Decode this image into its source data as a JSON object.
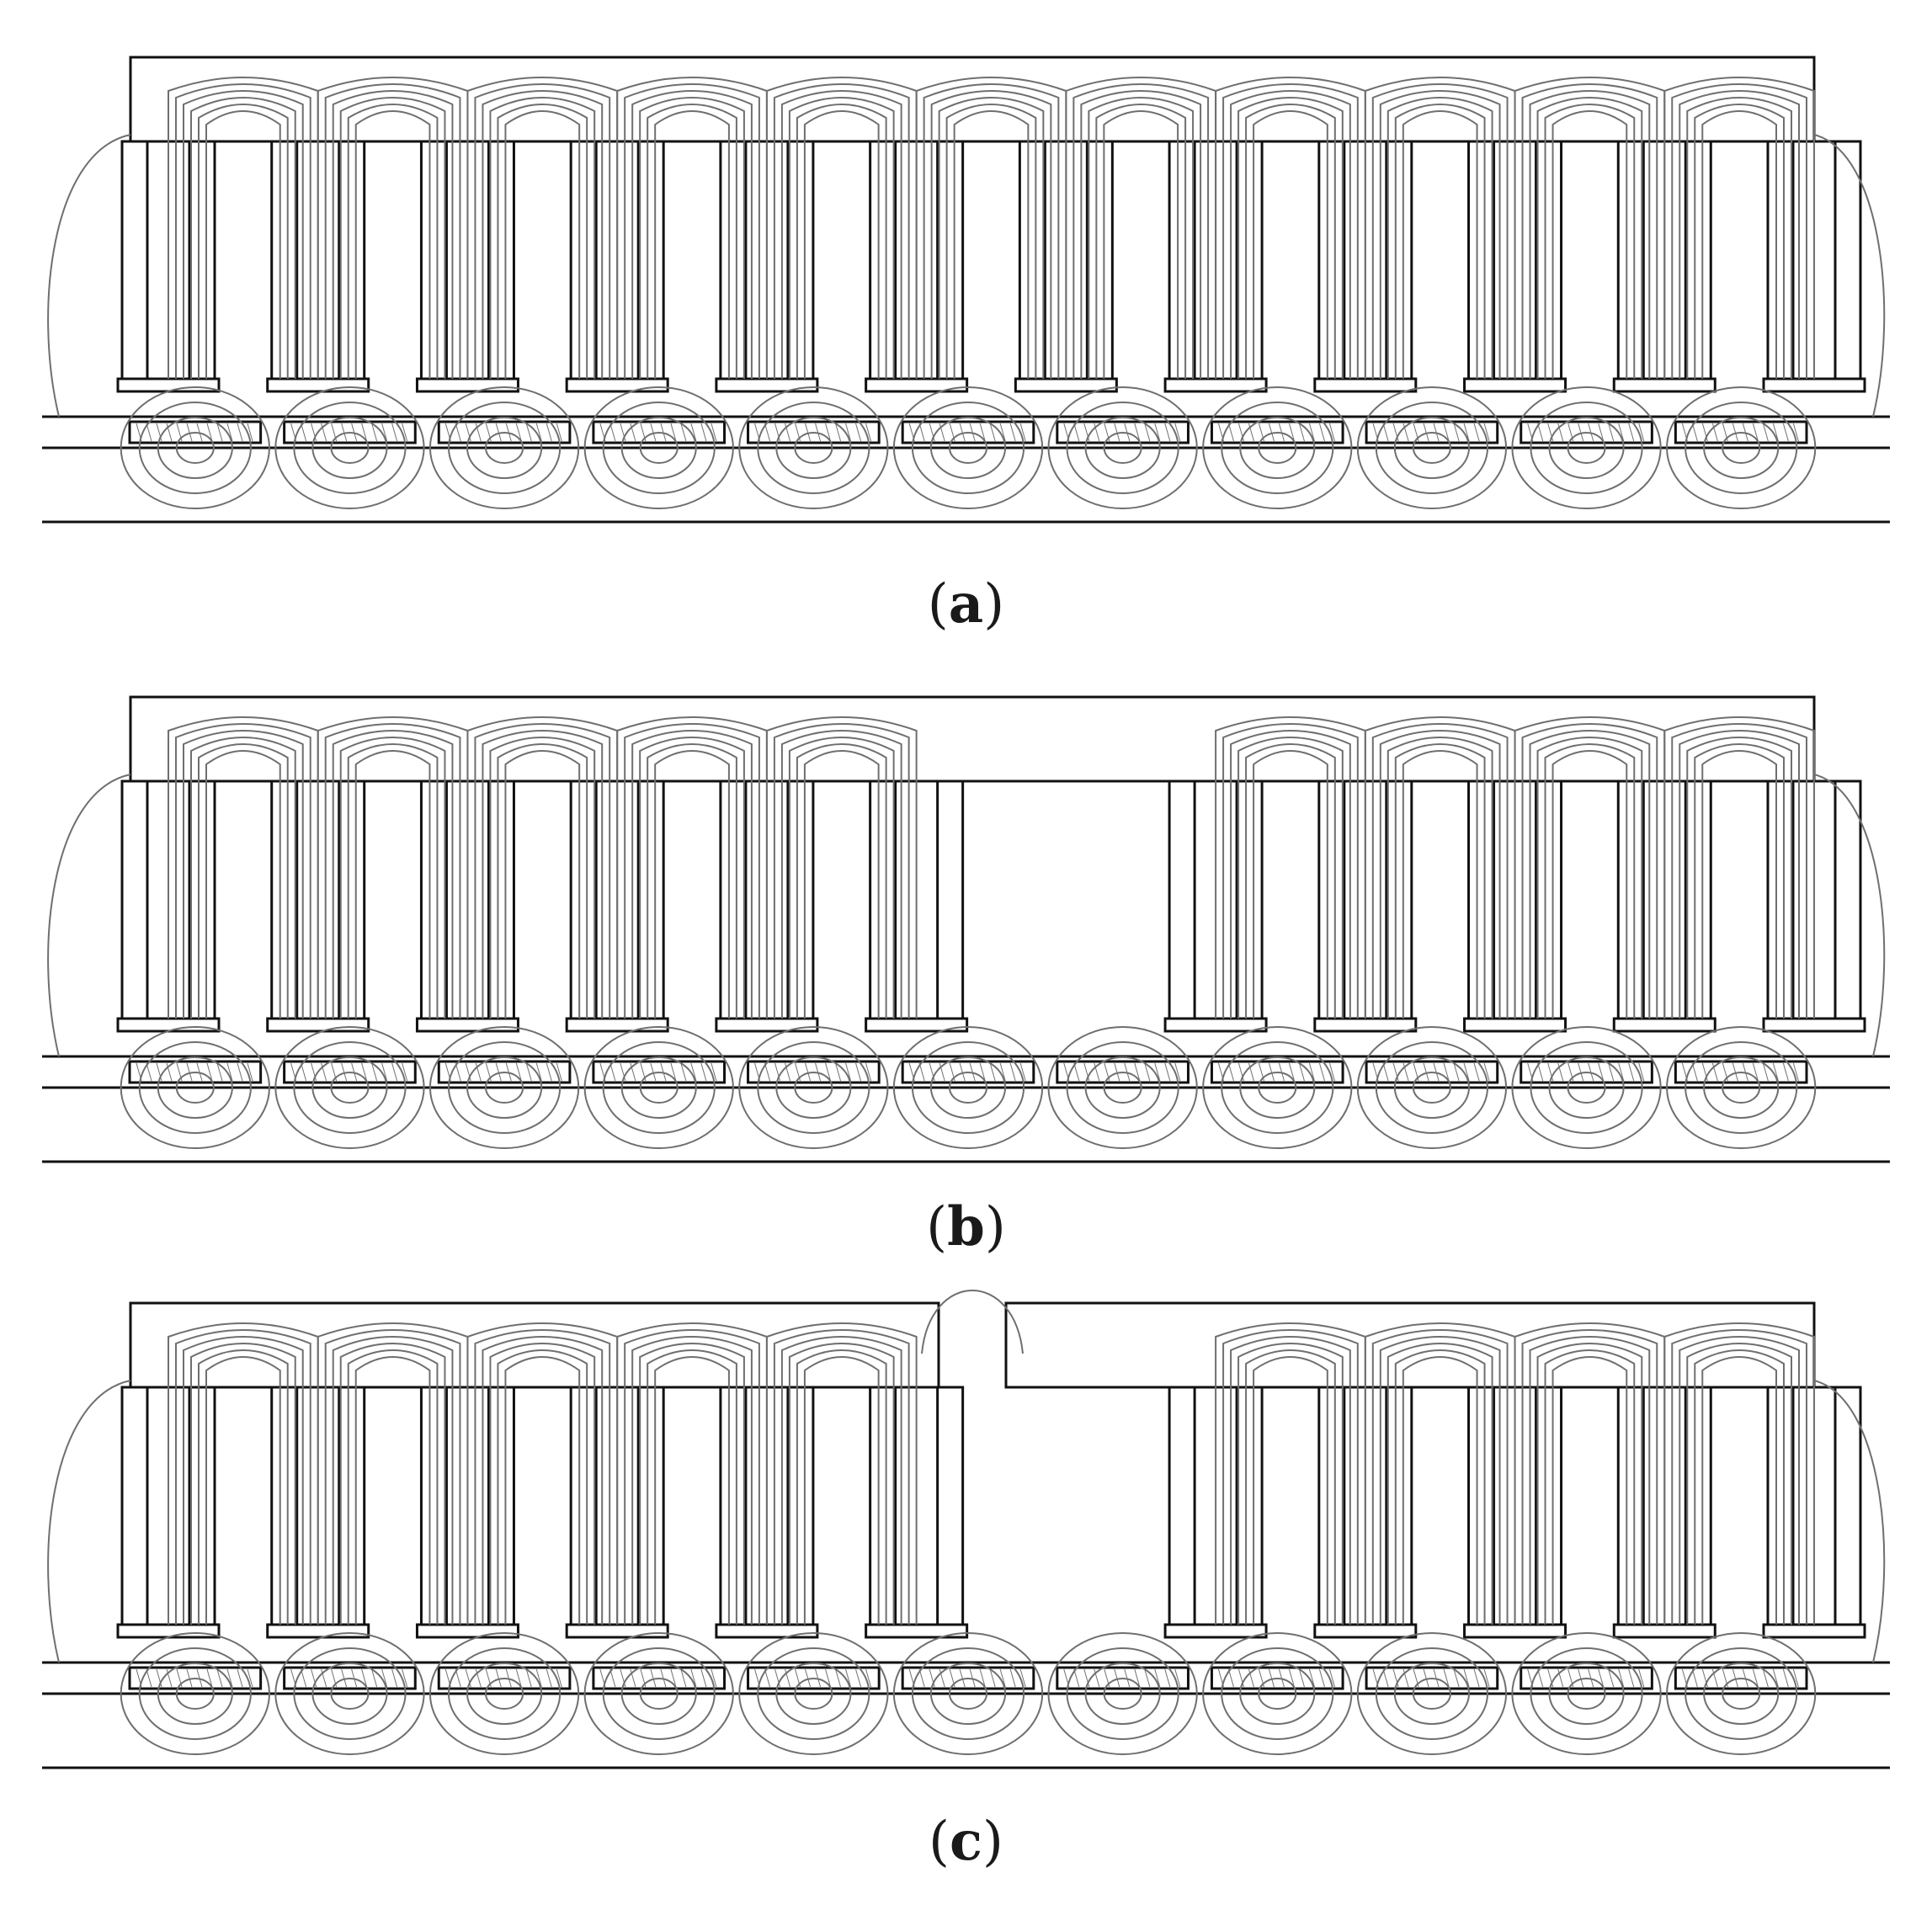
{
  "figure": {
    "panels": [
      {
        "label": "a",
        "variant": "regular-stator"
      },
      {
        "label": "b",
        "variant": "empty-slot-center"
      },
      {
        "label": "c",
        "variant": "split-yoke-center"
      }
    ],
    "colors": {
      "outline": "#111111",
      "flux_line": "#6f6f6f",
      "background": "#ffffff"
    }
  }
}
